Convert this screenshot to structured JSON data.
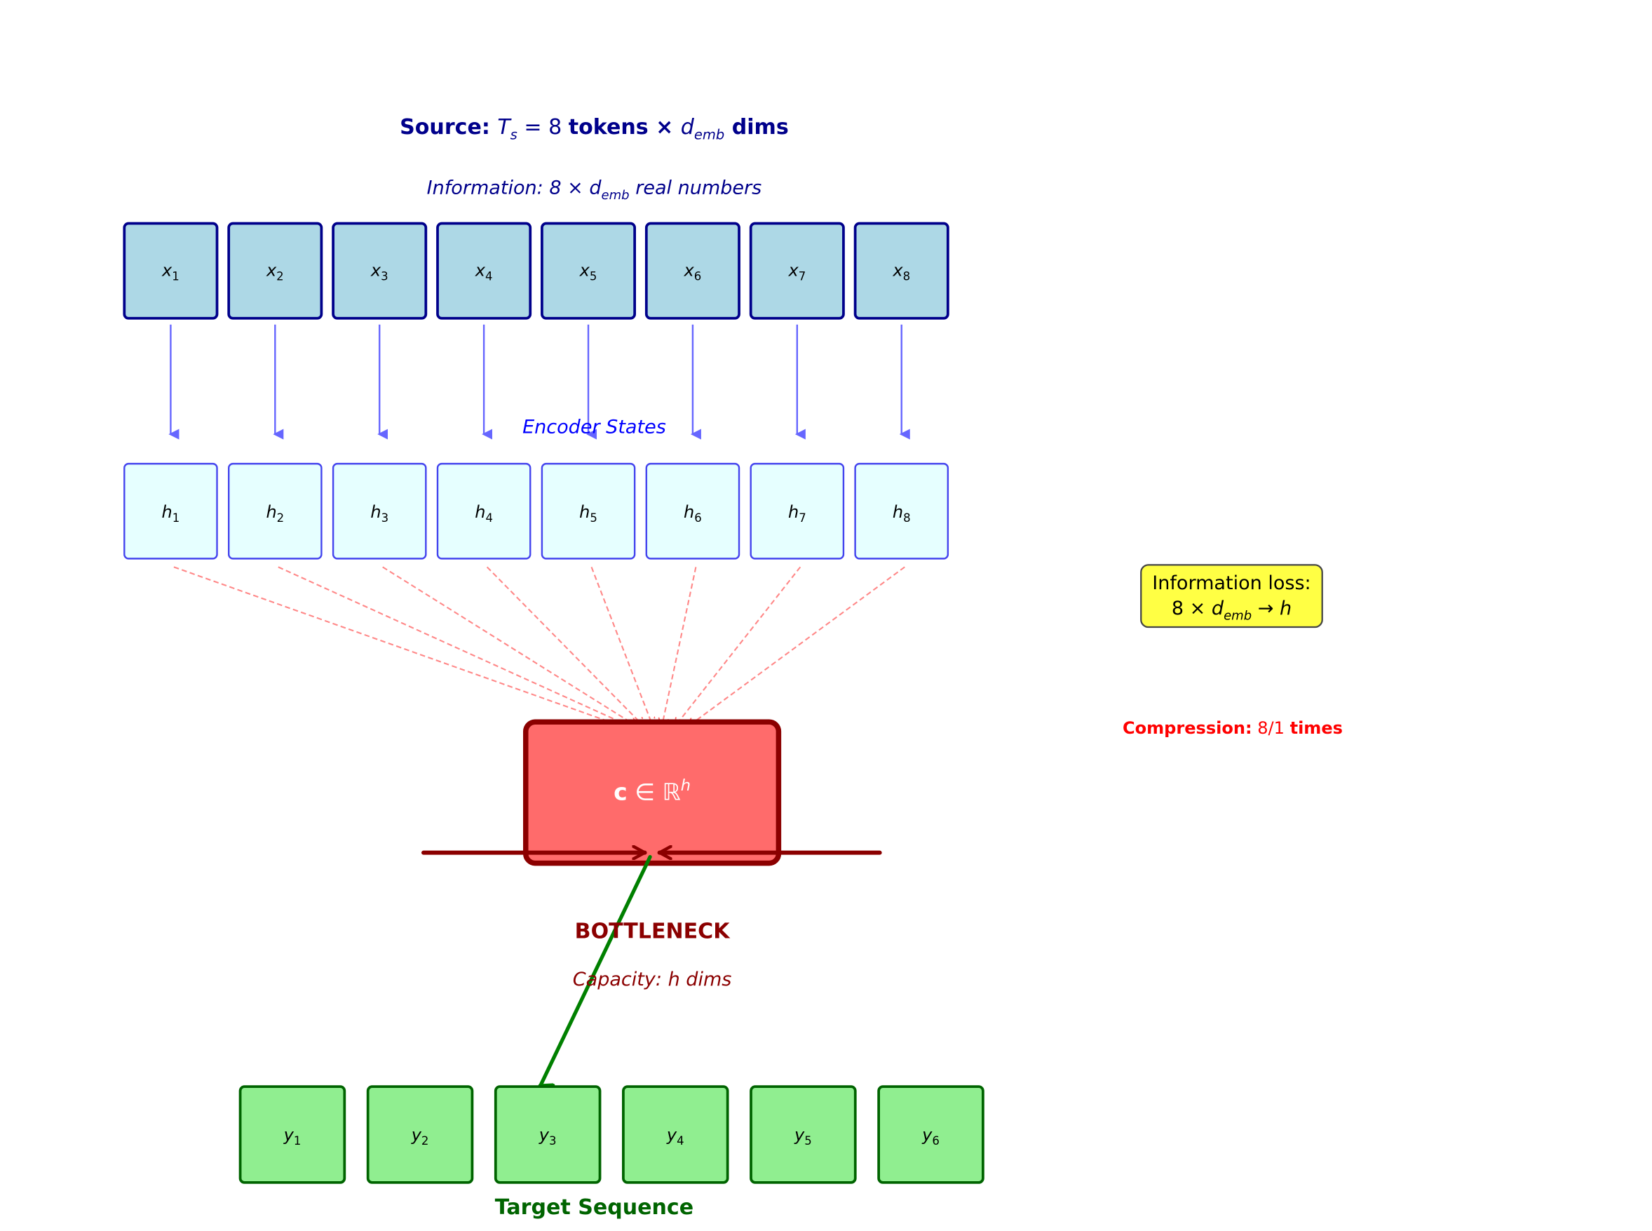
{
  "header": {
    "title_prefix": "Source:",
    "title_math": "T",
    "title_math_sub": "s",
    "title_eq": " = 8 ",
    "title_mid": "tokens ×",
    "title_demb": "d",
    "title_demb_sub": "emb",
    "title_suffix": "dims",
    "info_prefix": "Information: 8 × ",
    "info_d": "d",
    "info_d_sub": "emb",
    "info_suffix": " real numbers"
  },
  "source_tokens": [
    {
      "sym": "x",
      "idx": "1"
    },
    {
      "sym": "x",
      "idx": "2"
    },
    {
      "sym": "x",
      "idx": "3"
    },
    {
      "sym": "x",
      "idx": "4"
    },
    {
      "sym": "x",
      "idx": "5"
    },
    {
      "sym": "x",
      "idx": "6"
    },
    {
      "sym": "x",
      "idx": "7"
    },
    {
      "sym": "x",
      "idx": "8"
    }
  ],
  "encoder": {
    "label": "Encoder States",
    "states": [
      {
        "sym": "h",
        "idx": "1"
      },
      {
        "sym": "h",
        "idx": "2"
      },
      {
        "sym": "h",
        "idx": "3"
      },
      {
        "sym": "h",
        "idx": "4"
      },
      {
        "sym": "h",
        "idx": "5"
      },
      {
        "sym": "h",
        "idx": "6"
      },
      {
        "sym": "h",
        "idx": "7"
      },
      {
        "sym": "h",
        "idx": "8"
      }
    ]
  },
  "bottleneck": {
    "context_c": "c",
    "context_in": " ∈ ℝ",
    "context_sup": "h",
    "label": "BOTTLENECK",
    "capacity": "Capacity: h dims"
  },
  "target": {
    "label": "Target Sequence",
    "tokens": [
      {
        "sym": "y",
        "idx": "1"
      },
      {
        "sym": "y",
        "idx": "2"
      },
      {
        "sym": "y",
        "idx": "3"
      },
      {
        "sym": "y",
        "idx": "4"
      },
      {
        "sym": "y",
        "idx": "5"
      },
      {
        "sym": "y",
        "idx": "6"
      }
    ]
  },
  "annotations": {
    "loss_line1": "Information loss:",
    "loss_prefix": "8 × ",
    "loss_d": "d",
    "loss_d_sub": "emb",
    "loss_suffix": " → h",
    "compression_label": "Compression:",
    "compression_value": " 8/1 ",
    "compression_suffix": "times"
  },
  "colors": {
    "source_fill": "#add8e6",
    "source_stroke": "#00008b",
    "encoder_fill": "#e6ffff",
    "encoder_stroke": "#4444ee",
    "arrow_blue": "#6666ff",
    "dash_red": "#ff8888",
    "context_fill": "#ff6b6b",
    "context_stroke": "#8b0000",
    "target_fill": "#90ee90",
    "target_stroke": "#006400",
    "green_arrow": "#008000",
    "loss_fill": "#ffff44"
  }
}
